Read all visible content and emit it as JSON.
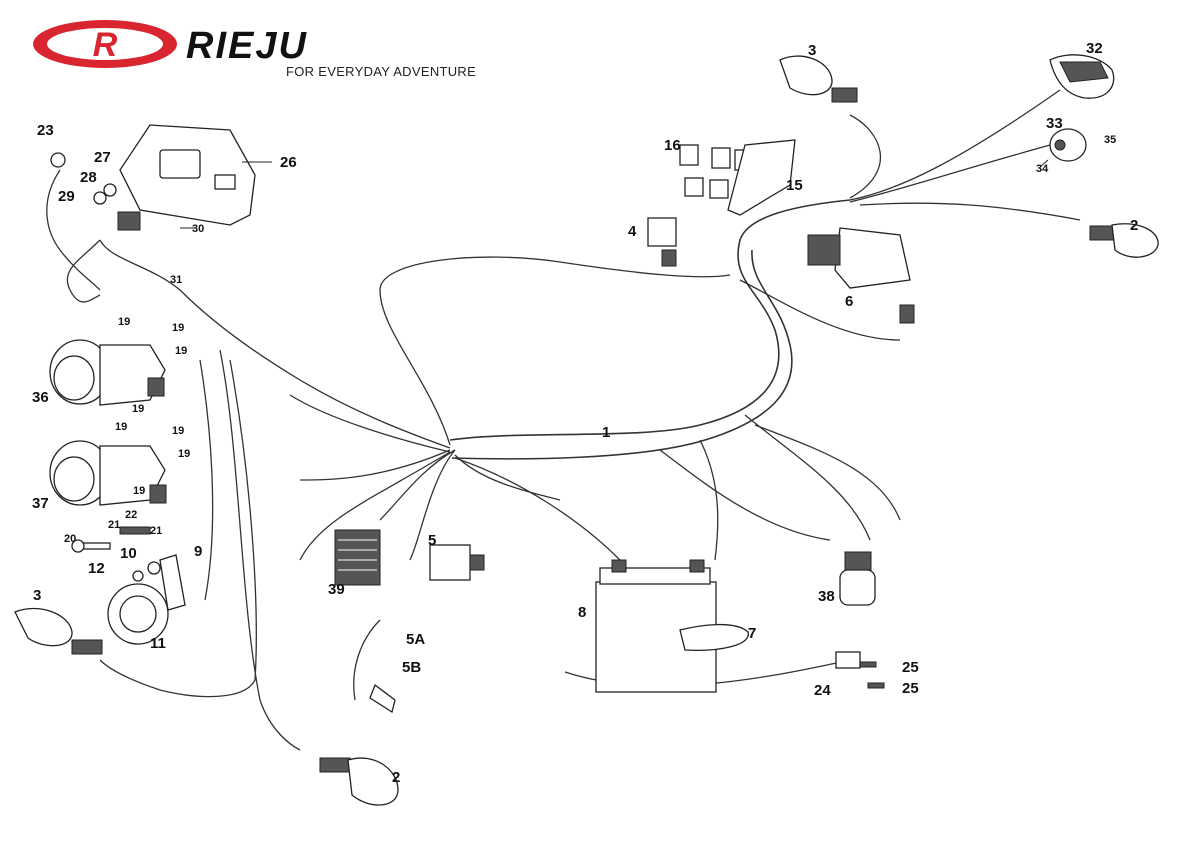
{
  "brand": {
    "name": "RIEJU",
    "logo_letter": "R",
    "tagline": "FOR EVERYDAY ADVENTURE",
    "accent_color": "#d9252f"
  },
  "callouts": {
    "c1": "1",
    "c2a": "2",
    "c2b": "2",
    "c3a": "3",
    "c3b": "3",
    "c4": "4",
    "c5": "5",
    "c5a": "5A",
    "c5b": "5B",
    "c6": "6",
    "c7": "7",
    "c8": "8",
    "c9": "9",
    "c10": "10",
    "c11": "11",
    "c12": "12",
    "c15": "15",
    "c16": "16",
    "c19a": "19",
    "c19b": "19",
    "c19c": "19",
    "c19d": "19",
    "c19e": "19",
    "c19f": "19",
    "c19g": "19",
    "c19h": "19",
    "c20": "20",
    "c21a": "21",
    "c21b": "21",
    "c22": "22",
    "c23": "23",
    "c24": "24",
    "c25a": "25",
    "c25b": "25",
    "c26": "26",
    "c27": "27",
    "c28": "28",
    "c29": "29",
    "c30": "30",
    "c31": "31",
    "c32": "32",
    "c33": "33",
    "c34": "34",
    "c35": "35",
    "c36": "36",
    "c37": "37",
    "c38": "38",
    "c39": "39"
  }
}
